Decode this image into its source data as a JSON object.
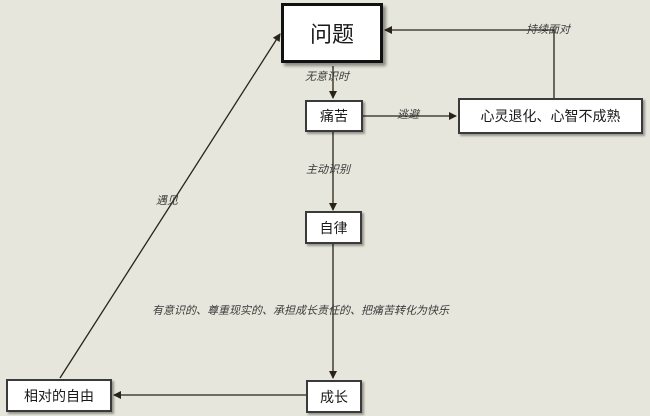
{
  "nodes": {
    "problem": "问题",
    "pain": "痛苦",
    "regression": "心灵退化、心智不成熟",
    "discipline": "自律",
    "growth": "成长",
    "freedom": "相对的自由"
  },
  "edges": {
    "unconscious": "无意识时",
    "avoid": "逃避",
    "persist": "持续面对",
    "identify": "主动识别",
    "principles": "有意识的、尊重现实的、承担成长责任的、把痛苦转化为快乐",
    "encounter": "遇见"
  },
  "colors": {
    "background": "#e6e6dc",
    "line": "#2a2418",
    "box_border": "#3a3a3a"
  }
}
